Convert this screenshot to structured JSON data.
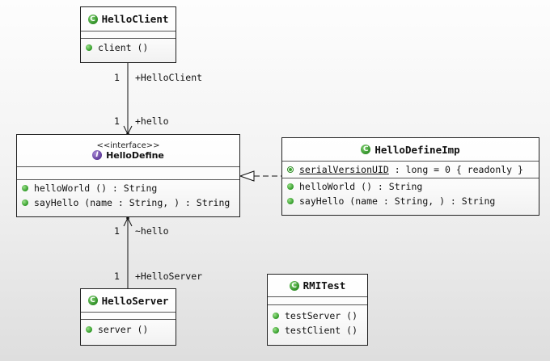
{
  "classes": {
    "hello_client": {
      "name": "HelloClient",
      "icon": "class-icon",
      "operations": [
        {
          "text": "client ()"
        }
      ]
    },
    "hello_define": {
      "stereotype": "<<interface>>",
      "name": "HelloDefine",
      "icon": "interface-icon",
      "operations": [
        {
          "text": "helloWorld () : String"
        },
        {
          "text": "sayHello (name : String, ) : String"
        }
      ]
    },
    "hello_define_imp": {
      "name": "HelloDefineImp",
      "icon": "class-icon",
      "attribute": {
        "name": "serialVersionUID",
        "rest": " : long = 0 { readonly }"
      },
      "operations": [
        {
          "text": "helloWorld () : String"
        },
        {
          "text": "sayHello (name : String, ) : String"
        }
      ]
    },
    "hello_server": {
      "name": "HelloServer",
      "icon": "class-icon",
      "operations": [
        {
          "text": "server ()"
        }
      ]
    },
    "rmi_test": {
      "name": "RMITest",
      "icon": "class-icon",
      "operations": [
        {
          "text": "testServer ()"
        },
        {
          "text": "testClient ()"
        }
      ]
    }
  },
  "associations": {
    "client_to_define": {
      "source_multiplicity": "1",
      "source_role": "+HelloClient",
      "target_multiplicity": "1",
      "target_role": "+hello"
    },
    "server_to_define": {
      "source_multiplicity": "1",
      "source_role": "+HelloServer",
      "target_multiplicity": "1",
      "target_role": "~hello"
    }
  },
  "colors": {
    "class_icon": "#2a8a22",
    "interface_icon": "#5a3596",
    "border": "#222222"
  }
}
